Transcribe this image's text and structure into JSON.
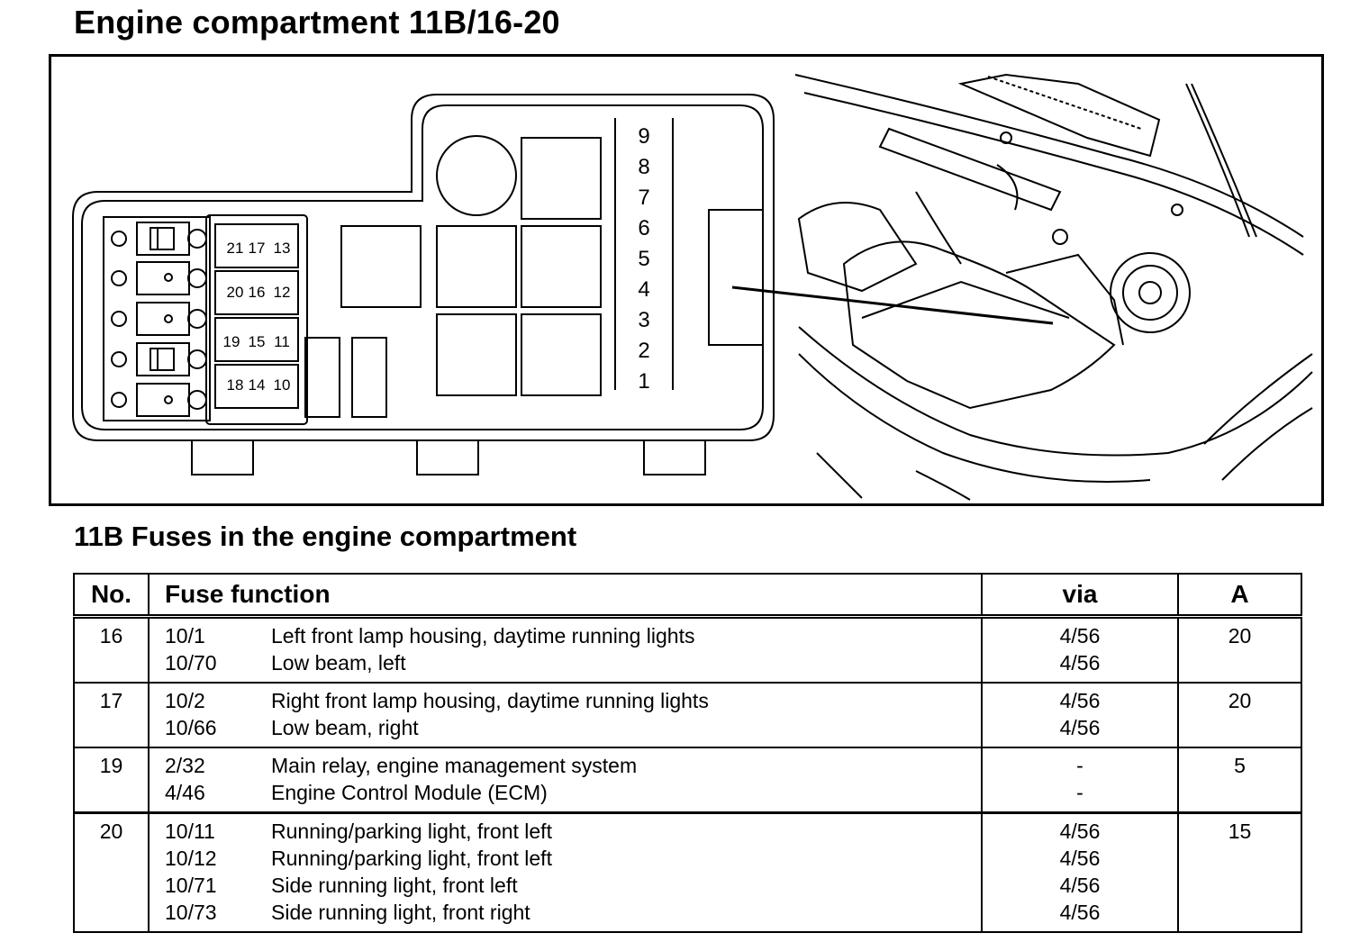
{
  "page_title": "Engine compartment 11B/16-20",
  "section_title": "11B Fuses in the engine compartment",
  "diagram": {
    "fuse_block_labels": [
      "21",
      "17",
      "13",
      "20",
      "16",
      "12",
      "19",
      "15",
      "11",
      "18",
      "14",
      "10"
    ],
    "relay_numbers": [
      "9",
      "8",
      "7",
      "6",
      "5",
      "4",
      "3",
      "2",
      "1"
    ]
  },
  "table": {
    "headers": {
      "no": "No.",
      "function": "Fuse function",
      "via": "via",
      "a": "A"
    },
    "groups": [
      {
        "no": "16",
        "a": "20",
        "rows": [
          {
            "ref": "10/1",
            "function": "Left front lamp housing, daytime running lights",
            "via": "4/56"
          },
          {
            "ref": "10/70",
            "function": "Low beam, left",
            "via": "4/56"
          }
        ]
      },
      {
        "no": "17",
        "a": "20",
        "rows": [
          {
            "ref": "10/2",
            "function": "Right front lamp housing, daytime running lights",
            "via": "4/56"
          },
          {
            "ref": "10/66",
            "function": "Low beam, right",
            "via": "4/56"
          }
        ]
      },
      {
        "no": "19",
        "a": "5",
        "rows": [
          {
            "ref": "2/32",
            "function": "Main relay, engine management system",
            "via": "-"
          },
          {
            "ref": "4/46",
            "function": "Engine Control Module (ECM)",
            "via": "-"
          }
        ]
      },
      {
        "no": "20",
        "a": "15",
        "rows": [
          {
            "ref": "10/11",
            "function": "Running/parking light, front left",
            "via": "4/56"
          },
          {
            "ref": "10/12",
            "function": "Running/parking light, front left",
            "via": "4/56"
          },
          {
            "ref": "10/71",
            "function": "Side running light, front left",
            "via": "4/56"
          },
          {
            "ref": "10/73",
            "function": "Side running light, front right",
            "via": "4/56"
          }
        ]
      }
    ]
  }
}
